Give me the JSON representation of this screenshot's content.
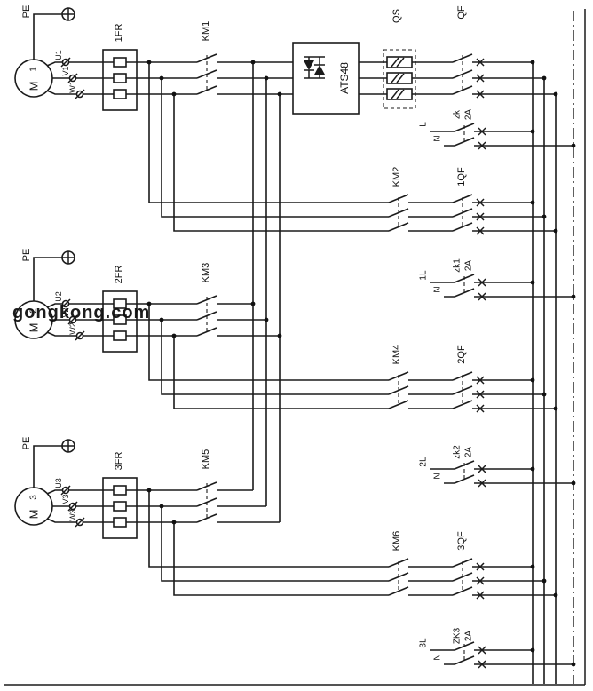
{
  "watermark": {
    "text": "gongkong.com",
    "color": "#c4129b"
  },
  "components": {
    "pe": "PE",
    "ats": "ATS48",
    "qs": "QS",
    "qf": "QF",
    "fr": [
      "1FR",
      "2FR",
      "3FR"
    ],
    "km": [
      "KM1",
      "KM2",
      "KM3",
      "KM4",
      "KM5",
      "KM6"
    ],
    "sub_qf": [
      "1QF",
      "2QF",
      "3QF"
    ],
    "motor_letter": "M",
    "motor_numbers": [
      "1",
      "2",
      "3"
    ],
    "terminals": [
      [
        "U1",
        "V1",
        "W1"
      ],
      [
        "U2",
        "V2",
        "W2"
      ],
      [
        "U3",
        "V3",
        "W3"
      ]
    ],
    "fuses": {
      "names": [
        "zk",
        "zk1",
        "zk2",
        "ZK3"
      ],
      "rating": "2A"
    },
    "line_terminals": [
      "L",
      "1L",
      "2L",
      "3L"
    ],
    "neutral": "N"
  }
}
